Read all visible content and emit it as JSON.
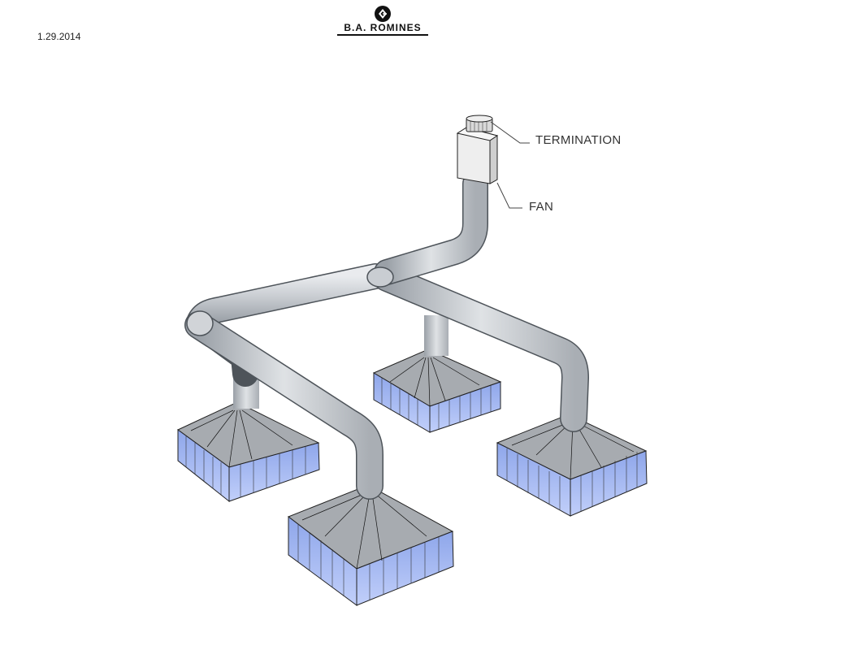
{
  "header": {
    "date": "1.29.2014",
    "logo_text": "B.A. ROMINES",
    "logo_icon": "ba-romines-logo-icon"
  },
  "callouts": {
    "termination": "TERMINATION",
    "fan": "FAN"
  },
  "components": {
    "hoods_count": 4,
    "colors": {
      "duct": "#c9cdd2",
      "duct_shadow": "#8f959c",
      "hood_top": "#a8abaf",
      "hood_skirt": "#9fb4f0",
      "fan_box": "#e6e6e6"
    }
  }
}
